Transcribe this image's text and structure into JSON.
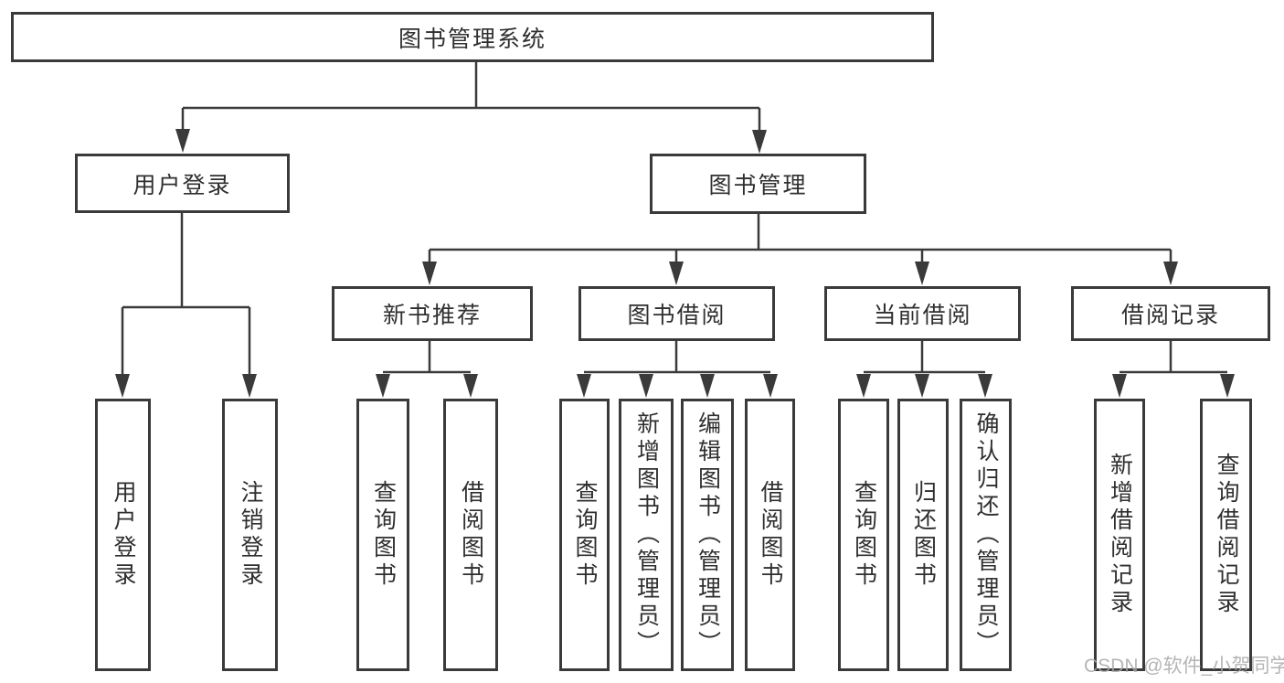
{
  "diagram": {
    "type": "tree",
    "title": "图书管理系统",
    "root": {
      "label": "图书管理系统",
      "children": [
        {
          "label": "用户登录",
          "children": [
            {
              "label": "用户登录"
            },
            {
              "label": "注销登录"
            }
          ]
        },
        {
          "label": "图书管理",
          "children": [
            {
              "label": "新书推荐",
              "children": [
                {
                  "label": "查询图书"
                },
                {
                  "label": "借阅图书"
                }
              ]
            },
            {
              "label": "图书借阅",
              "children": [
                {
                  "label": "查询图书"
                },
                {
                  "label": "新增图书（管理员）"
                },
                {
                  "label": "编辑图书（管理员）"
                },
                {
                  "label": "借阅图书"
                }
              ]
            },
            {
              "label": "当前借阅",
              "children": [
                {
                  "label": "查询图书"
                },
                {
                  "label": "归还图书"
                },
                {
                  "label": "确认归还（管理员）"
                }
              ]
            },
            {
              "label": "借阅记录",
              "children": [
                {
                  "label": "新增借阅记录"
                },
                {
                  "label": "查询借阅记录"
                }
              ]
            }
          ]
        }
      ]
    }
  },
  "watermark": {
    "text": "CSDN @软件_小贺同学"
  },
  "colors": {
    "line": "#3a3a3a",
    "box_border": "#3a3a3a",
    "box_text": "#2f2f2f",
    "background": "#ffffff",
    "watermark": "#a8a8a8"
  }
}
